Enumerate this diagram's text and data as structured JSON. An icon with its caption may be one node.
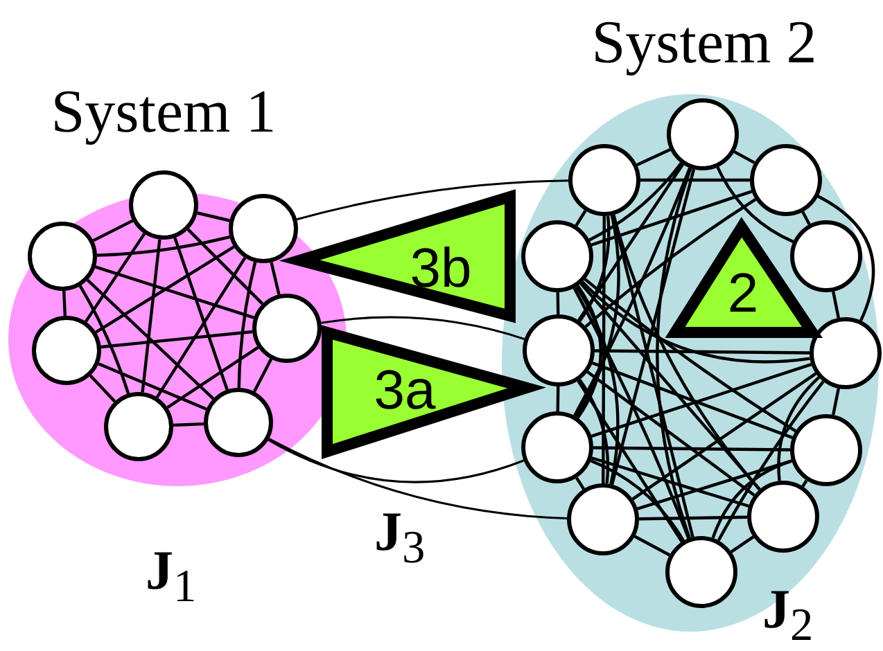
{
  "diagram": {
    "nodes": [
      {
        "text": [
          "System 1"
        ]
      },
      {
        "text": [],
        "shape": "circle",
        "in": 0
      },
      {
        "text": [],
        "shape": "circle",
        "in": 0
      },
      {
        "text": [],
        "shape": "circle",
        "in": 0
      },
      {
        "text": [],
        "shape": "circle",
        "in": 0
      },
      {
        "text": [],
        "shape": "circle",
        "in": 0
      },
      {
        "text": [],
        "shape": "circle",
        "in": 0
      },
      {
        "text": [],
        "shape": "circle",
        "in": 0
      },
      {
        "text": [
          "System 2"
        ]
      },
      {
        "text": [],
        "shape": "circle",
        "in": 8
      },
      {
        "text": [],
        "shape": "circle",
        "in": 8
      },
      {
        "text": [],
        "shape": "circle",
        "in": 8
      },
      {
        "text": [],
        "shape": "circle",
        "in": 8
      },
      {
        "text": [],
        "shape": "circle",
        "in": 8
      },
      {
        "text": [],
        "shape": "circle",
        "in": 8
      },
      {
        "text": [],
        "shape": "circle",
        "in": 8
      },
      {
        "text": [],
        "shape": "circle",
        "in": 8
      },
      {
        "text": [],
        "shape": "circle",
        "in": 8
      },
      {
        "text": [],
        "shape": "circle",
        "in": 8
      },
      {
        "text": [],
        "shape": "circle",
        "in": 8
      },
      {
        "text": [],
        "shape": "circle",
        "in": 8
      },
      {
        "text": [
          "3b"
        ]
      },
      {
        "text": [
          "3a"
        ]
      },
      {
        "text": [
          "2"
        ],
        "in": 8
      }
    ],
    "edges": [
      {
        "from": 1,
        "to": 2,
        "arrow": "none"
      },
      {
        "from": 1,
        "to": 3,
        "arrow": "none"
      },
      {
        "from": 1,
        "to": 4,
        "arrow": "none"
      },
      {
        "from": 1,
        "to": 5,
        "arrow": "none"
      },
      {
        "from": 1,
        "to": 6,
        "arrow": "none"
      },
      {
        "from": 1,
        "to": 7,
        "arrow": "none"
      },
      {
        "from": 2,
        "to": 3,
        "arrow": "none"
      },
      {
        "from": 2,
        "to": 4,
        "arrow": "none"
      },
      {
        "from": 2,
        "to": 5,
        "arrow": "none"
      },
      {
        "from": 2,
        "to": 6,
        "arrow": "none"
      },
      {
        "from": 2,
        "to": 7,
        "arrow": "none"
      },
      {
        "from": 3,
        "to": 4,
        "arrow": "none"
      },
      {
        "from": 3,
        "to": 5,
        "arrow": "none"
      },
      {
        "from": 3,
        "to": 6,
        "arrow": "none"
      },
      {
        "from": 3,
        "to": 7,
        "arrow": "none"
      },
      {
        "from": 4,
        "to": 5,
        "arrow": "none"
      },
      {
        "from": 4,
        "to": 6,
        "arrow": "none"
      },
      {
        "from": 4,
        "to": 7,
        "arrow": "none"
      },
      {
        "from": 5,
        "to": 6,
        "arrow": "none"
      },
      {
        "from": 5,
        "to": 7,
        "arrow": "none"
      },
      {
        "from": 6,
        "to": 7,
        "arrow": "none"
      },
      {
        "from": 9,
        "to": 10,
        "arrow": "none"
      },
      {
        "from": 9,
        "to": 11,
        "arrow": "none"
      },
      {
        "from": 9,
        "to": 12,
        "arrow": "none"
      },
      {
        "from": 9,
        "to": 13,
        "arrow": "none"
      },
      {
        "from": 9,
        "to": 14,
        "arrow": "none"
      },
      {
        "from": 9,
        "to": 16,
        "arrow": "none"
      },
      {
        "from": 9,
        "to": 18,
        "arrow": "none"
      },
      {
        "from": 9,
        "to": 20,
        "arrow": "none"
      },
      {
        "from": 10,
        "to": 11,
        "arrow": "none"
      },
      {
        "from": 10,
        "to": 12,
        "arrow": "none"
      },
      {
        "from": 10,
        "to": 14,
        "arrow": "none"
      },
      {
        "from": 10,
        "to": 16,
        "arrow": "none"
      },
      {
        "from": 10,
        "to": 18,
        "arrow": "none"
      },
      {
        "from": 10,
        "to": 19,
        "arrow": "none"
      },
      {
        "from": 10,
        "to": 20,
        "arrow": "none"
      },
      {
        "from": 11,
        "to": 12,
        "arrow": "none"
      },
      {
        "from": 11,
        "to": 13,
        "arrow": "none"
      },
      {
        "from": 11,
        "to": 14,
        "arrow": "none"
      },
      {
        "from": 11,
        "to": 15,
        "arrow": "none"
      },
      {
        "from": 12,
        "to": 14,
        "arrow": "none"
      },
      {
        "from": 12,
        "to": 15,
        "arrow": "none"
      },
      {
        "from": 12,
        "to": 16,
        "arrow": "none"
      },
      {
        "from": 12,
        "to": 17,
        "arrow": "none"
      },
      {
        "from": 12,
        "to": 18,
        "arrow": "none"
      },
      {
        "from": 12,
        "to": 19,
        "arrow": "none"
      },
      {
        "from": 12,
        "to": 20,
        "arrow": "none"
      },
      {
        "from": 13,
        "to": 15,
        "arrow": "none"
      },
      {
        "from": 14,
        "to": 15,
        "arrow": "none"
      },
      {
        "from": 14,
        "to": 16,
        "arrow": "none"
      },
      {
        "from": 14,
        "to": 17,
        "arrow": "none"
      },
      {
        "from": 14,
        "to": 18,
        "arrow": "none"
      },
      {
        "from": 14,
        "to": 19,
        "arrow": "none"
      },
      {
        "from": 14,
        "to": 20,
        "arrow": "none"
      },
      {
        "from": 15,
        "to": 16,
        "arrow": "none"
      },
      {
        "from": 15,
        "to": 17,
        "arrow": "none"
      },
      {
        "from": 15,
        "to": 18,
        "arrow": "none"
      },
      {
        "from": 15,
        "to": 19,
        "arrow": "none"
      },
      {
        "from": 15,
        "to": 20,
        "arrow": "none"
      },
      {
        "from": 16,
        "to": 17,
        "arrow": "none"
      },
      {
        "from": 16,
        "to": 18,
        "arrow": "none"
      },
      {
        "from": 16,
        "to": 19,
        "arrow": "none"
      },
      {
        "from": 16,
        "to": 20,
        "arrow": "none"
      },
      {
        "from": 17,
        "to": 18,
        "arrow": "none"
      },
      {
        "from": 17,
        "to": 19,
        "arrow": "none"
      },
      {
        "from": 17,
        "to": 20,
        "arrow": "none"
      },
      {
        "from": 18,
        "to": 19,
        "arrow": "none"
      },
      {
        "from": 18,
        "to": 20,
        "arrow": "none"
      },
      {
        "from": 19,
        "to": 20,
        "arrow": "none"
      },
      {
        "from": 3,
        "to": 10,
        "arrow": "none"
      },
      {
        "from": 5,
        "to": 14,
        "arrow": "none"
      },
      {
        "from": 7,
        "to": 16,
        "arrow": "none"
      },
      {
        "from": 7,
        "to": 18,
        "arrow": "none"
      }
    ],
    "labels": [
      "**J**$_{1}$",
      "**J**$_{3}$",
      "**J**$_{2}$"
    ]
  }
}
